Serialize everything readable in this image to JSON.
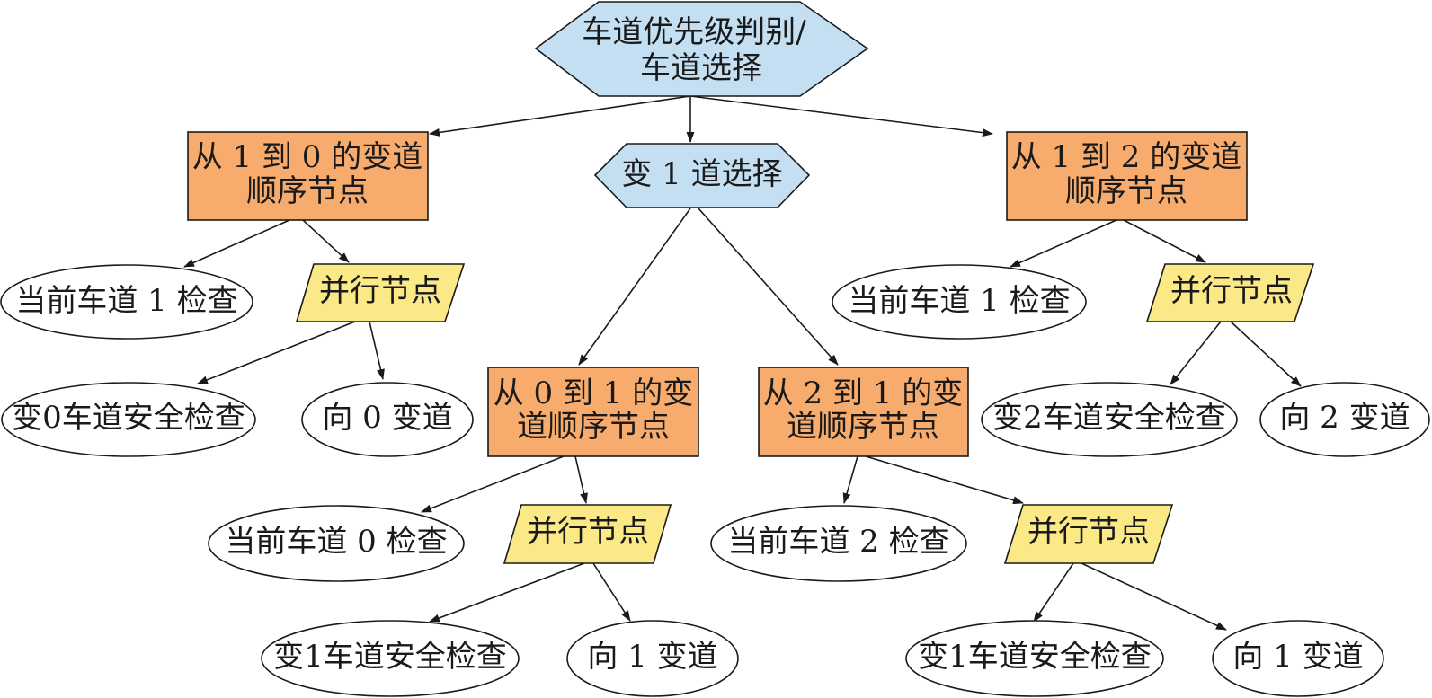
{
  "colors": {
    "selector": "#c5dff2",
    "sequence": "#f7ab6c",
    "parallel": "#fbe887",
    "condition": "#ffffff"
  },
  "nodes": {
    "root": {
      "line1": "车道优先级判别/",
      "line2": "车道选择"
    },
    "seq_1_to_0": {
      "line1": "从 1 到 0 的变道",
      "line2": "顺序节点"
    },
    "sel_1": {
      "label": "变 1 道选择"
    },
    "seq_1_to_2": {
      "line1": "从 1 到 2 的变道",
      "line2": "顺序节点"
    },
    "check_lane1_left": {
      "label": "当前车道 1 检查"
    },
    "par_left": {
      "label": "并行节点"
    },
    "check_lane1_right": {
      "label": "当前车道 1 检查"
    },
    "par_right": {
      "label": "并行节点"
    },
    "safe_lane0": {
      "label": "变0车道安全检查"
    },
    "to_lane0": {
      "label": "向 0 变道"
    },
    "seq_0_to_1": {
      "line1": "从 0 到 1 的变",
      "line2": "道顺序节点"
    },
    "seq_2_to_1": {
      "line1": "从 2 到 1 的变",
      "line2": "道顺序节点"
    },
    "safe_lane2": {
      "label": "变2车道安全检查"
    },
    "to_lane2": {
      "label": "向 2 变道"
    },
    "check_lane0": {
      "label": "当前车道 0 检查"
    },
    "par_mid_left": {
      "label": "并行节点"
    },
    "check_lane2": {
      "label": "当前车道 2 检查"
    },
    "par_mid_right": {
      "label": "并行节点"
    },
    "safe_lane1_a": {
      "label": "变1车道安全检查"
    },
    "to_lane1_a": {
      "label": "向 1 变道"
    },
    "safe_lane1_b": {
      "label": "变1车道安全检查"
    },
    "to_lane1_b": {
      "label": "向 1 变道"
    }
  }
}
